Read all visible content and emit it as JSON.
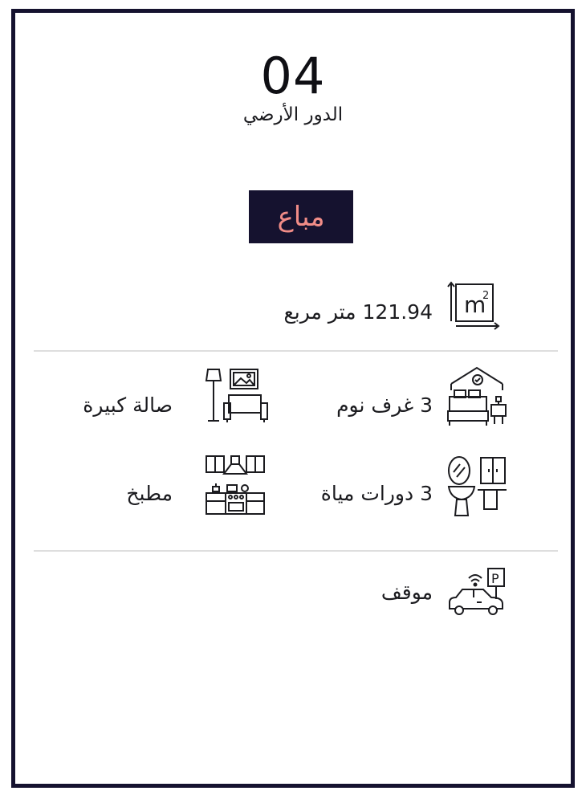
{
  "unit": {
    "number": "04",
    "floor": "الدور الأرضي",
    "status": "مباع"
  },
  "features": {
    "area": {
      "label": "121.94 متر مربع",
      "icon": "area-m2-icon"
    },
    "bedrooms": {
      "label": "3 غرف نوم",
      "icon": "bedroom-icon"
    },
    "living": {
      "label": "صالة كبيرة",
      "icon": "living-room-icon"
    },
    "bathrooms": {
      "label": "3 دورات مياة",
      "icon": "bathroom-icon"
    },
    "kitchen": {
      "label": "مطبخ",
      "icon": "kitchen-icon"
    },
    "parking": {
      "label": "موقف",
      "icon": "parking-car-icon"
    }
  },
  "colors": {
    "frame": "#15122f",
    "badge_background": "#15122f",
    "badge_text": "#f08c87",
    "divider": "#dedede"
  }
}
